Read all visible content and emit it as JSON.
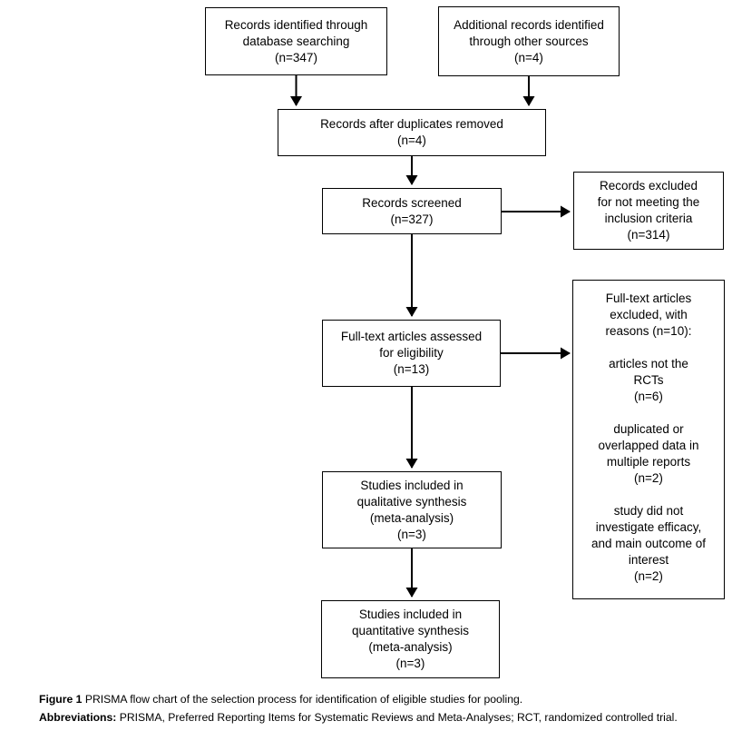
{
  "figure": {
    "type": "prisma-flow-diagram",
    "colors": {
      "box_border": "#000000",
      "arrow": "#000000",
      "text": "#000000",
      "background": "#ffffff"
    },
    "boxes": {
      "records_identified": {
        "lines": [
          "Records identified through",
          "database searching",
          "(n=347)"
        ]
      },
      "additional_records": {
        "lines": [
          "Additional records identified",
          "through other sources",
          "(n=4)"
        ]
      },
      "duplicates_removed": {
        "lines": [
          "Records after duplicates removed",
          "(n=4)"
        ]
      },
      "records_screened": {
        "lines": [
          "Records screened",
          "(n=327)"
        ]
      },
      "records_excluded": {
        "lines": [
          "Records excluded",
          "for not meeting the",
          "inclusion criteria",
          "(n=314)"
        ]
      },
      "fulltext_assessed": {
        "lines": [
          "Full-text articles assessed",
          "for eligibility",
          "(n=13)"
        ]
      },
      "fulltext_excluded": {
        "lines": [
          "Full-text articles",
          "excluded, with",
          "reasons (n=10):",
          "",
          "articles not the",
          "RCTs",
          "(n=6)",
          "",
          "duplicated or",
          "overlapped data in",
          "multiple reports",
          "(n=2)",
          "",
          "study did not",
          "investigate efficacy,",
          "and main outcome of",
          "interest",
          "(n=2)"
        ]
      },
      "qualitative_synthesis": {
        "lines": [
          "Studies included in",
          "qualitative synthesis",
          "(meta-analysis)",
          "(n=3)"
        ]
      },
      "quantitative_synthesis": {
        "lines": [
          "Studies included in",
          "quantitative synthesis",
          "(meta-analysis)",
          "(n=3)"
        ]
      }
    },
    "caption": {
      "figure_label": "Figure 1",
      "figure_text": "PRISMA flow chart of the selection process for identification of eligible studies for pooling.",
      "abbreviations_label": "Abbreviations:",
      "abbreviations_text": "PRISMA, Preferred Reporting Items for Systematic Reviews and Meta-Analyses; RCT, randomized controlled trial."
    }
  }
}
